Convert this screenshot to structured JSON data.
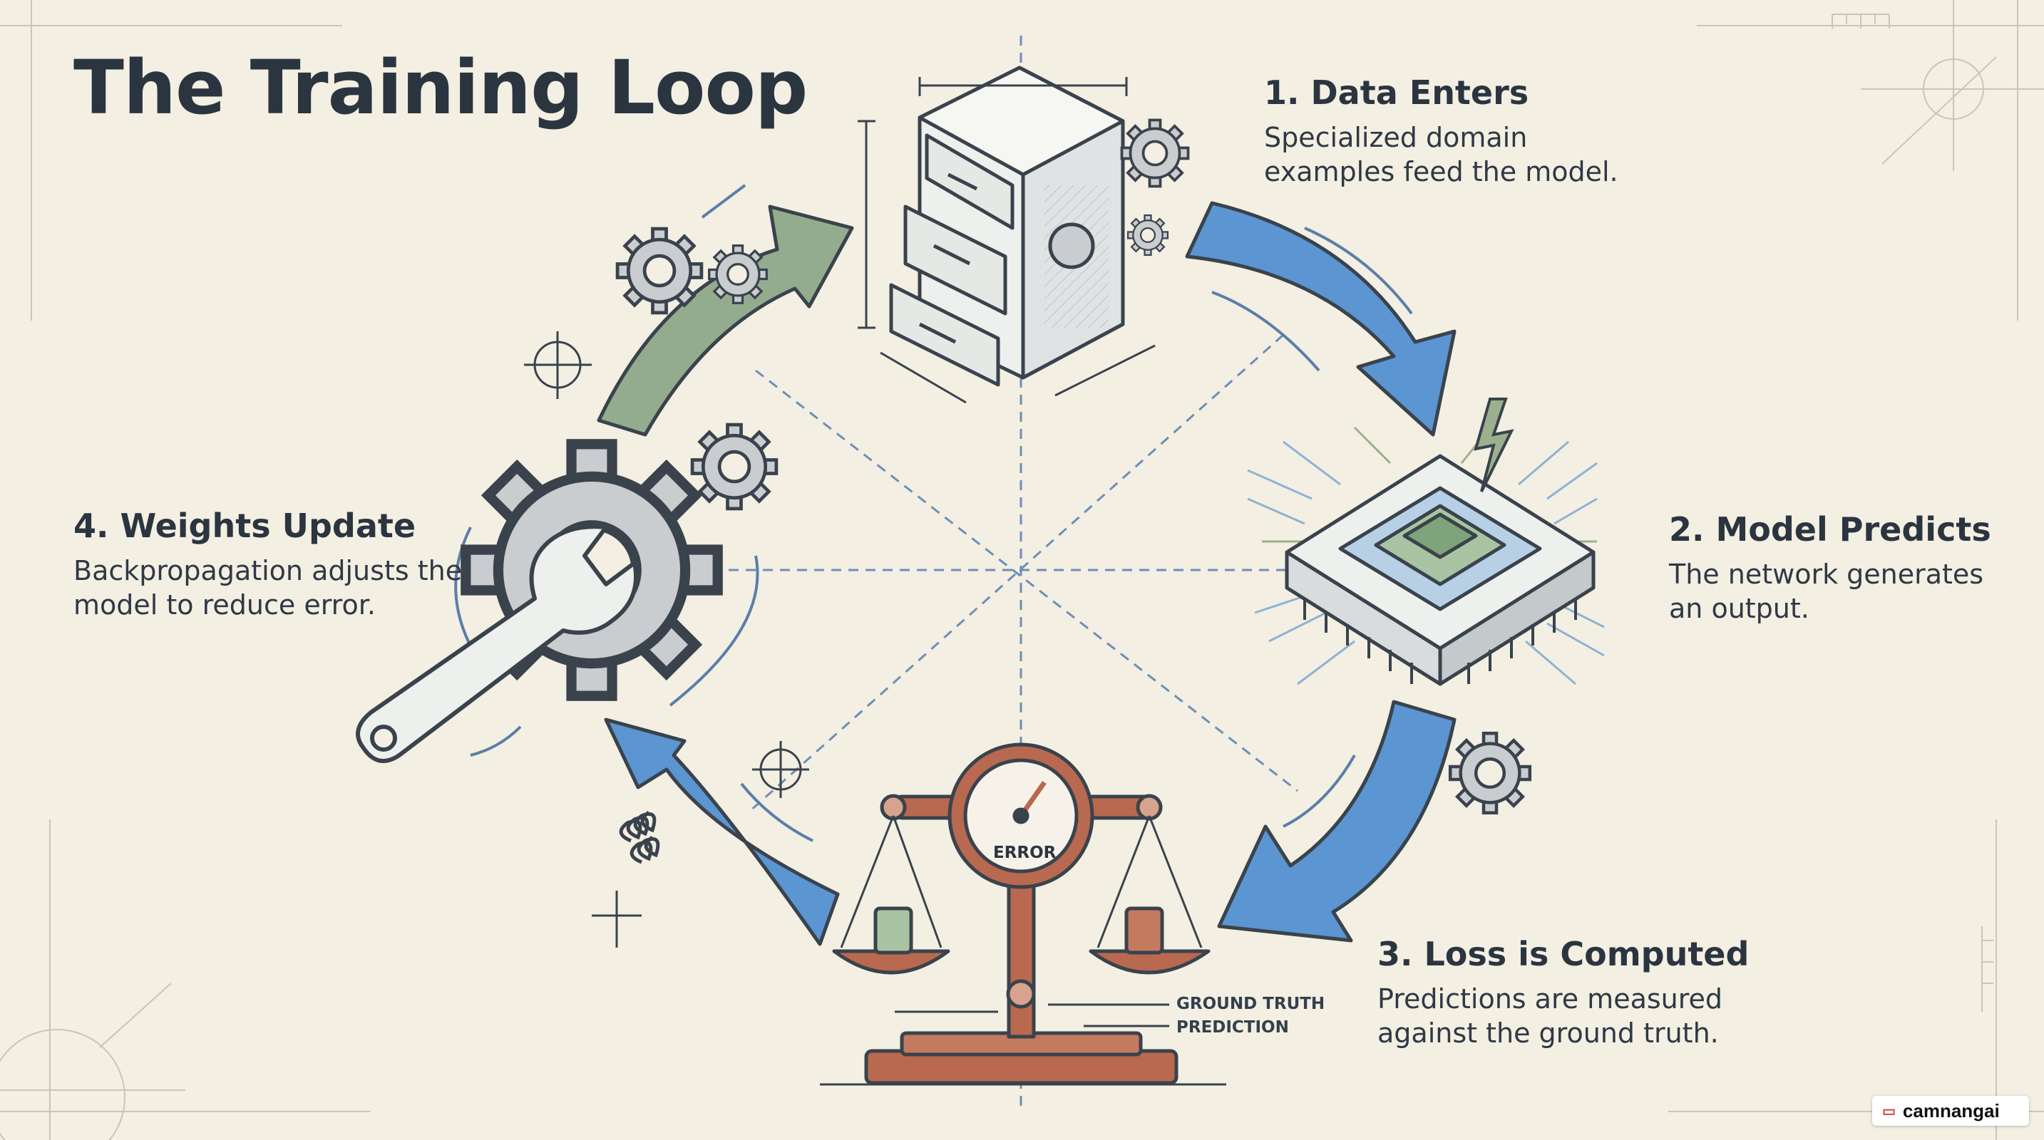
{
  "title": "The Training Loop",
  "steps": [
    {
      "heading": "1. Data Enters",
      "text": "Specialized domain examples feed the model."
    },
    {
      "heading": "2. Model Predicts",
      "text": "The network generates an output."
    },
    {
      "heading": "3. Loss is Computed",
      "text": "Predictions are measured against the ground truth."
    },
    {
      "heading": "4. Weights Update",
      "text": "Backpropagation adjusts the model to reduce error."
    }
  ],
  "scale_labels": {
    "error": "ERROR",
    "ground_truth": "GROUND TRUTH",
    "prediction": "PREDICTION"
  },
  "watermark": "camnangai",
  "icons": [
    "filing-cabinet-icon",
    "chip-icon",
    "balance-scale-icon",
    "wrench-gear-icon",
    "gear-icon",
    "lightning-icon",
    "crosshair-icon",
    "spring-icon"
  ],
  "colors": {
    "background": "#f3efe3",
    "blue_arrow": "#5b95d2",
    "green_arrow": "#93ac8e",
    "copper": "#b8694f",
    "ink": "#3a434c",
    "blueprint_line": "#5a7fa8"
  }
}
